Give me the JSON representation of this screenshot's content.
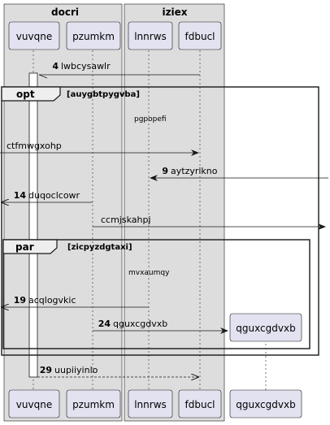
{
  "groups": {
    "docri": {
      "title": "docri"
    },
    "iziex": {
      "title": "iziex"
    }
  },
  "participants": {
    "vuvqne": "vuvqne",
    "pzumkm": "pzumkm",
    "lnnrws": "lnnrws",
    "fdbucl": "fdbucl",
    "qguxcgdvxb": "qguxcgdvxb"
  },
  "fragments": {
    "opt": {
      "keyword": "opt",
      "condition": "[auygbtpygvba]"
    },
    "par": {
      "keyword": "par",
      "condition": "[zicpyzdgtaxi]"
    }
  },
  "notes": {
    "n1": "pgpopefi",
    "n2": "mvxaumqy"
  },
  "messages": {
    "m4": {
      "seq": "4",
      "text": "lwbcysawlr"
    },
    "m5": {
      "seq": "",
      "text": "ctfmwgxohp"
    },
    "m9": {
      "seq": "9",
      "text": "aytzyrikno"
    },
    "m14": {
      "seq": "14",
      "text": "duqoclcowr"
    },
    "m15": {
      "seq": "",
      "text": "ccmjskahpj"
    },
    "m19": {
      "seq": "19",
      "text": "acqlogvkic"
    },
    "m24": {
      "seq": "24",
      "text": "qguxcgdvxb"
    },
    "m29": {
      "seq": "29",
      "text": "uupiiyinlo"
    }
  },
  "colors": {
    "group_fill": "#dddddd",
    "participant_fill": "#e2e2f0",
    "participant_border": "#181818",
    "lifeline": "#555555",
    "activation_fill": "#ffffff"
  }
}
